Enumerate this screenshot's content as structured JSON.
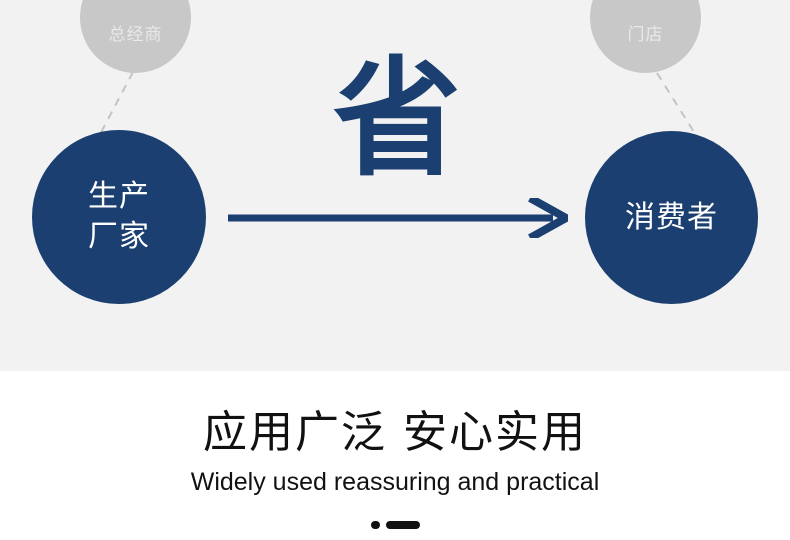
{
  "theme": {
    "band_background": "#f2f2f2",
    "page_background": "#ffffff",
    "primary_blue": "#1b3f70",
    "muted_gray": "#c8c8c8",
    "muted_text": "#e9e9e9",
    "dash_line": "#c4c4c4",
    "caption_text": "#111111"
  },
  "diagram": {
    "nodes": {
      "manufacturer": {
        "label": "生产\n厂家",
        "type": "primary"
      },
      "consumer": {
        "label": "消费者",
        "type": "primary"
      },
      "distributor": {
        "label": "总经商",
        "type": "muted"
      },
      "store": {
        "label": "门店",
        "type": "muted"
      }
    },
    "hero_character": "省",
    "arrow": {
      "direction": "right",
      "from": "manufacturer",
      "to": "consumer"
    }
  },
  "caption": {
    "chinese": "应用广泛  安心实用",
    "english": "Widely used  reassuring and practical"
  }
}
